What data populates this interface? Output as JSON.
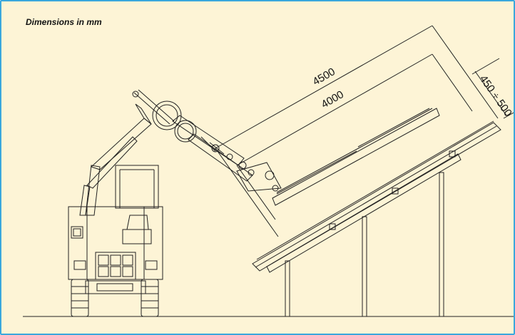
{
  "caption": "Dimensions in mm",
  "dimensions": {
    "outer_length": "4500",
    "inner_length": "4000",
    "height_range": "450 ÷ 500"
  },
  "colors": {
    "frame_border": "#3aa7dc",
    "background": "#fdf4d6",
    "line": "#222222"
  }
}
